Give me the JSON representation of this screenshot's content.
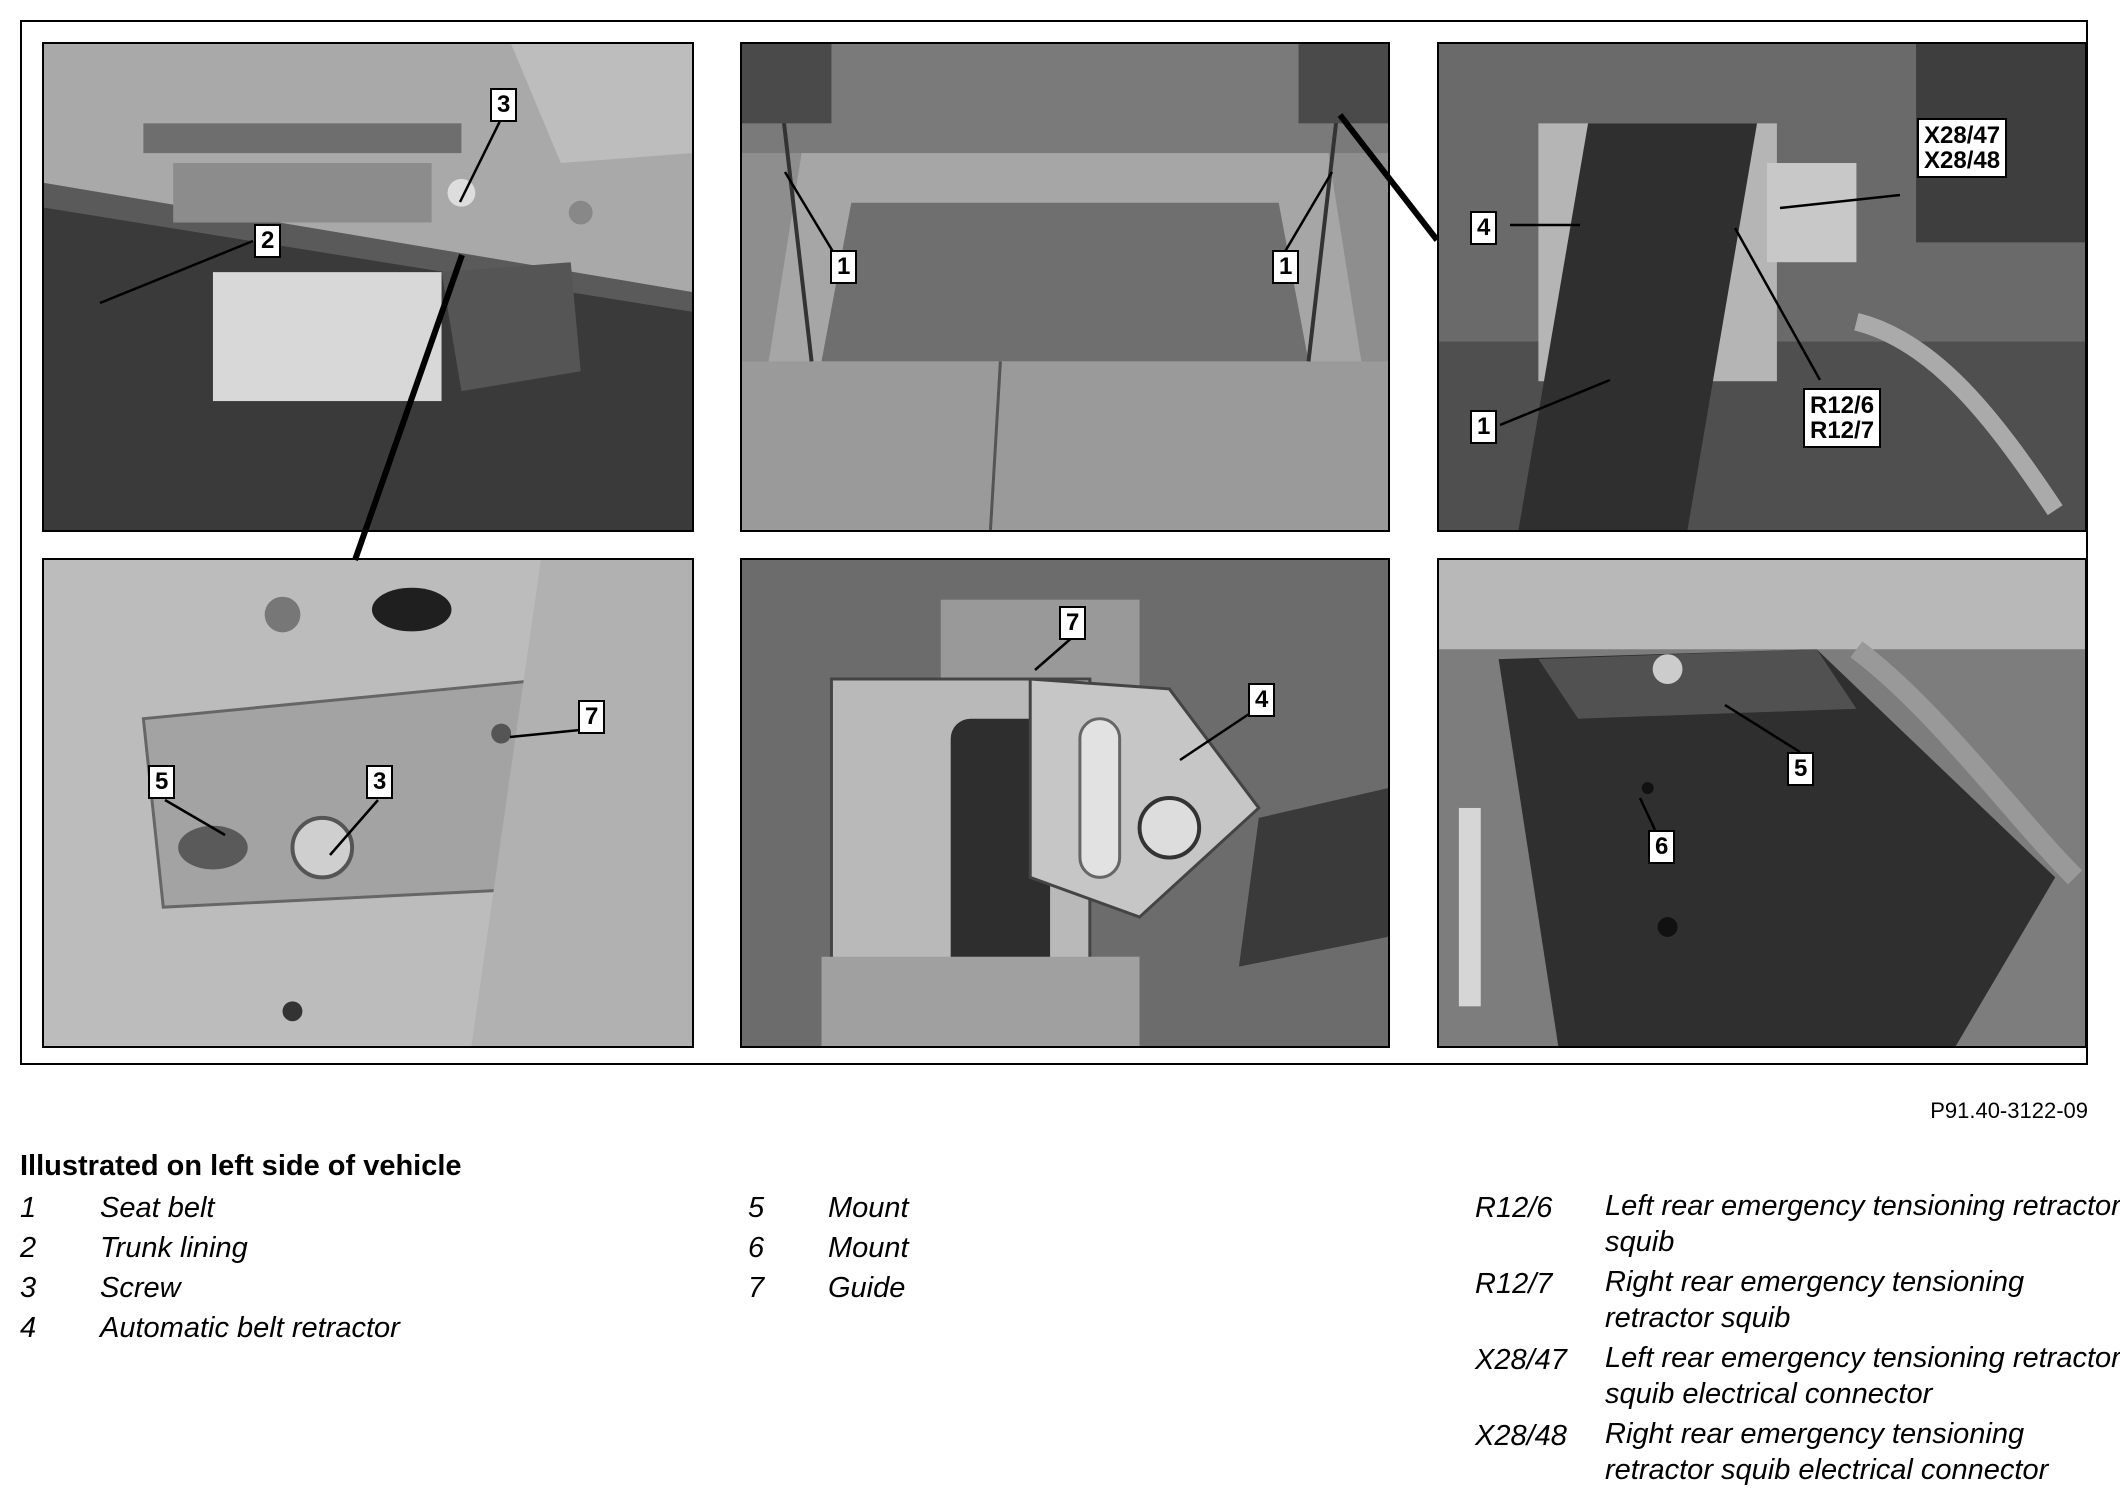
{
  "figure_ref": "P91.40-3122-09",
  "callouts": {
    "p1_3": "3",
    "p1_2": "2",
    "p2_1a": "1",
    "p2_1b": "1",
    "p3_x1": "X28/47",
    "p3_x2": "X28/48",
    "p3_4": "4",
    "p3_r1": "R12/6",
    "p3_r2": "R12/7",
    "p3_1": "1",
    "p4_7": "7",
    "p4_5": "5",
    "p4_3": "3",
    "p5_7": "7",
    "p5_4": "4",
    "p6_5": "5",
    "p6_6": "6"
  },
  "legend": {
    "title": "Illustrated on left side of vehicle",
    "col1": [
      {
        "num": "1",
        "text": "Seat belt"
      },
      {
        "num": "2",
        "text": "Trunk lining"
      },
      {
        "num": "3",
        "text": "Screw"
      },
      {
        "num": "4",
        "text": "Automatic belt retractor"
      }
    ],
    "col2": [
      {
        "num": "5",
        "text": "Mount"
      },
      {
        "num": "6",
        "text": "Mount"
      },
      {
        "num": "7",
        "text": "Guide"
      }
    ],
    "col3": [
      {
        "num": "R12/6",
        "text": "Left rear emergency tensioning retractor squib"
      },
      {
        "num": "R12/7",
        "text": "Right rear emergency tensioning retractor squib"
      },
      {
        "num": "X28/47",
        "text": "Left rear emergency tensioning retractor squib electrical connector"
      },
      {
        "num": "X28/48",
        "text": "Right rear emergency tensioning retractor squib electrical connector"
      }
    ]
  }
}
